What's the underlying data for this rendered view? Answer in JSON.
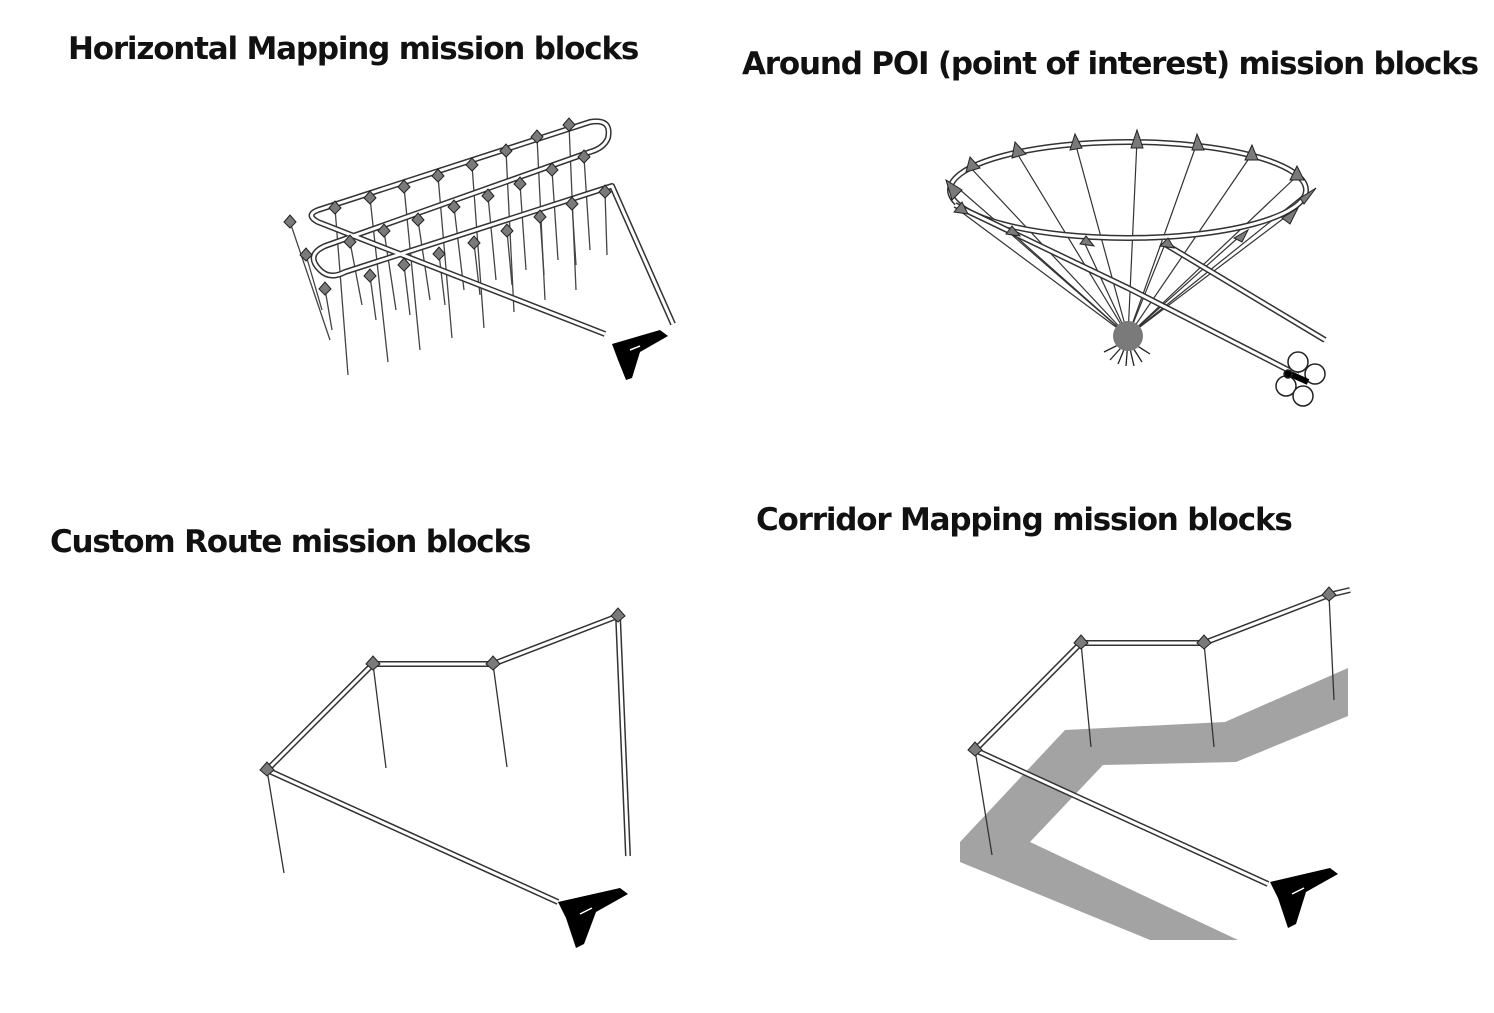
{
  "titles": {
    "horizontal_mapping": "Horizontal Mapping mission blocks",
    "around_poi": "Around POI (point of interest) mission blocks",
    "custom_route": "Custom Route mission blocks",
    "corridor_mapping": "Corridor Mapping mission blocks"
  },
  "colors": {
    "waypoint_fill": "#7a7a7a",
    "path_stroke": "#333333",
    "drone": "#000000",
    "corridor_band": "#a3a3a3",
    "poi_marker": "#7a7a7a"
  },
  "icons": [
    "fixed-wing-drone-icon",
    "quadcopter-drone-icon",
    "waypoint-marker-icon",
    "poi-marker-icon"
  ]
}
